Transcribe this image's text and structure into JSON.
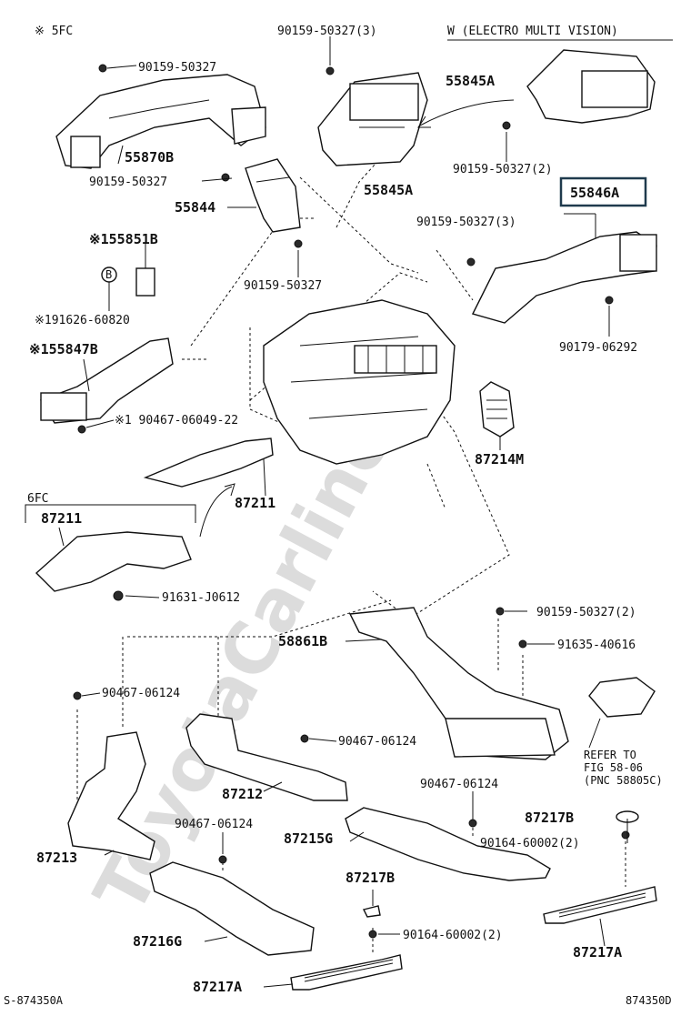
{
  "watermark": "ToyotaCarline.ru",
  "footer": {
    "left": "S-874350A",
    "right": "874350D"
  },
  "notes": {
    "note_5fc": "※ 5FC",
    "note_w": "W (ELECTRO MULTI VISION)",
    "note_6fc": "6FC",
    "refer_line1": "REFER TO",
    "refer_line2": "FIG 58-06",
    "refer_line3": "(PNC 58805C)"
  },
  "labels": {
    "p_90159_50327_3_top": "90159-50327(3)",
    "p_90159_50327_a": "90159-50327",
    "p_55845A_a": "55845A",
    "p_55870B": "55870B",
    "p_90159_50327_b": "90159-50327",
    "p_90159_50327_2_a": "90159-50327(2)",
    "p_55845A_b": "55845A",
    "p_55846A": "55846A",
    "p_55844": "55844",
    "p_90159_50327_3_b": "90159-50327(3)",
    "p_155851B": "※155851B",
    "p_90159_50327_c": "90159-50327",
    "p_191626_60820": "※191626-60820",
    "p_90179_06292": "90179-06292",
    "p_155847B": "※155847B",
    "p_90467_06049_22": "※1 90467-06049-22",
    "p_87214M": "87214M",
    "p_87211_a": "87211",
    "p_87211_b": "87211",
    "p_91631_J0612": "91631-J0612",
    "p_90159_50327_2_b": "90159-50327(2)",
    "p_58861B": "58861B",
    "p_91635_40616": "91635-40616",
    "p_90467_06124_a": "90467-06124",
    "p_90467_06124_b": "90467-06124",
    "p_90467_06124_c": "90467-06124",
    "p_90467_06124_d": "90467-06124",
    "p_87212": "87212",
    "p_87217B_a": "87217B",
    "p_87213": "87213",
    "p_87215G": "87215G",
    "p_90164_60002_2_a": "90164-60002(2)",
    "p_87217B_b": "87217B",
    "p_87216G": "87216G",
    "p_90164_60002_2_b": "90164-60002(2)",
    "p_87217A_a": "87217A",
    "p_87217A_b": "87217A",
    "badge_b": "B"
  },
  "highlight_color": "#1f3a4d"
}
